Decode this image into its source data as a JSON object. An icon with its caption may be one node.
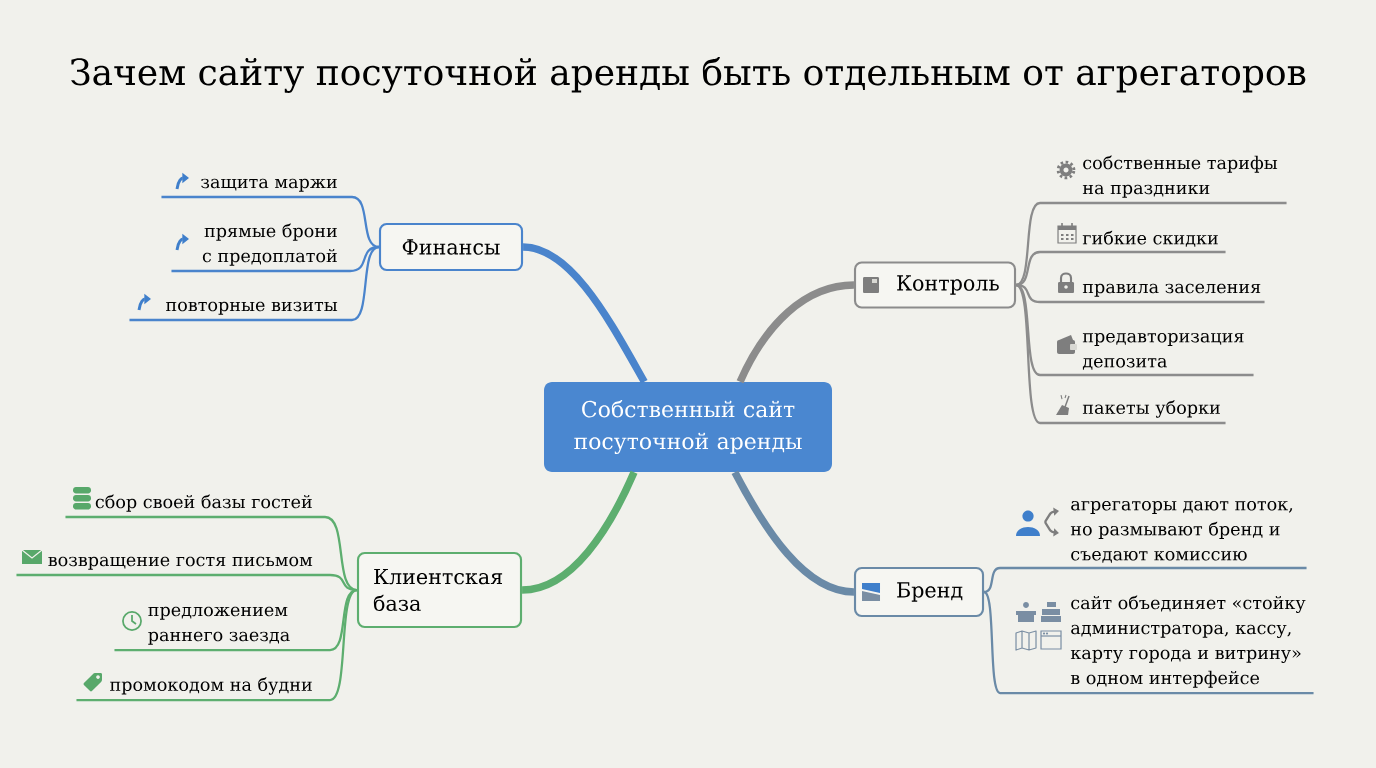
{
  "diagram": {
    "title": "Зачем сайту посуточной аренды быть отдельным от агрегаторов",
    "nodes": [
      {
        "text": [
          "Собственный сайт посуточной аренды"
        ]
      },
      {
        "text": [
          "Финансы"
        ]
      },
      {
        "text": [
          "защита маржи"
        ]
      },
      {
        "text": [
          "прямые брони с предоплатой"
        ]
      },
      {
        "text": [
          "повторные визиты"
        ]
      },
      {
        "text": [
          "Контроль"
        ]
      },
      {
        "text": [
          "собственные тарифы на праздники"
        ]
      },
      {
        "text": [
          "гибкие скидки"
        ]
      },
      {
        "text": [
          "правила заселения"
        ]
      },
      {
        "text": [
          "предавторизация депозита"
        ]
      },
      {
        "text": [
          "пакеты уборки"
        ]
      },
      {
        "text": [
          "Клиентская база"
        ]
      },
      {
        "text": [
          "сбор своей базы гостей"
        ]
      },
      {
        "text": [
          "возвращение гостя письмом"
        ]
      },
      {
        "text": [
          "предложением раннего заезда"
        ]
      },
      {
        "text": [
          "промокодом на будни"
        ]
      },
      {
        "text": [
          "Бренд"
        ]
      },
      {
        "text": [
          "агрегаторы дают поток, но размывают бренд и съедают комиссию"
        ]
      },
      {
        "text": [
          "сайт объединяет «стойку администратора, кассу, карту города и витрину» в одном интерфейсе"
        ]
      }
    ],
    "edges": [
      {
        "from": 0,
        "to": 1,
        "arrow": "none",
        "style": "thick",
        "color": "#4a84cc"
      },
      {
        "from": 0,
        "to": 5,
        "arrow": "none",
        "style": "thick",
        "color": "#8c8c8c"
      },
      {
        "from": 0,
        "to": 11,
        "arrow": "none",
        "style": "thick",
        "color": "#5dae6f"
      },
      {
        "from": 0,
        "to": 16,
        "arrow": "none",
        "style": "thick",
        "color": "#6a8aa7"
      },
      {
        "from": 1,
        "to": 2,
        "arrow": "none",
        "color": "#4a84cc"
      },
      {
        "from": 1,
        "to": 3,
        "arrow": "none",
        "color": "#4a84cc"
      },
      {
        "from": 1,
        "to": 4,
        "arrow": "none",
        "color": "#4a84cc"
      },
      {
        "from": 5,
        "to": 6,
        "arrow": "none",
        "color": "#8c8c8c"
      },
      {
        "from": 5,
        "to": 7,
        "arrow": "none",
        "color": "#8c8c8c"
      },
      {
        "from": 5,
        "to": 8,
        "arrow": "none",
        "color": "#8c8c8c"
      },
      {
        "from": 5,
        "to": 9,
        "arrow": "none",
        "color": "#8c8c8c"
      },
      {
        "from": 5,
        "to": 10,
        "arrow": "none",
        "color": "#8c8c8c"
      },
      {
        "from": 11,
        "to": 12,
        "arrow": "none",
        "color": "#5dae6f"
      },
      {
        "from": 11,
        "to": 13,
        "arrow": "none",
        "color": "#5dae6f"
      },
      {
        "from": 11,
        "to": 14,
        "arrow": "none",
        "color": "#5dae6f"
      },
      {
        "from": 11,
        "to": 15,
        "arrow": "none",
        "color": "#5dae6f"
      },
      {
        "from": 16,
        "to": 17,
        "arrow": "none",
        "color": "#6a8aa7"
      },
      {
        "from": 16,
        "to": 18,
        "arrow": "none",
        "color": "#6a8aa7"
      }
    ]
  }
}
